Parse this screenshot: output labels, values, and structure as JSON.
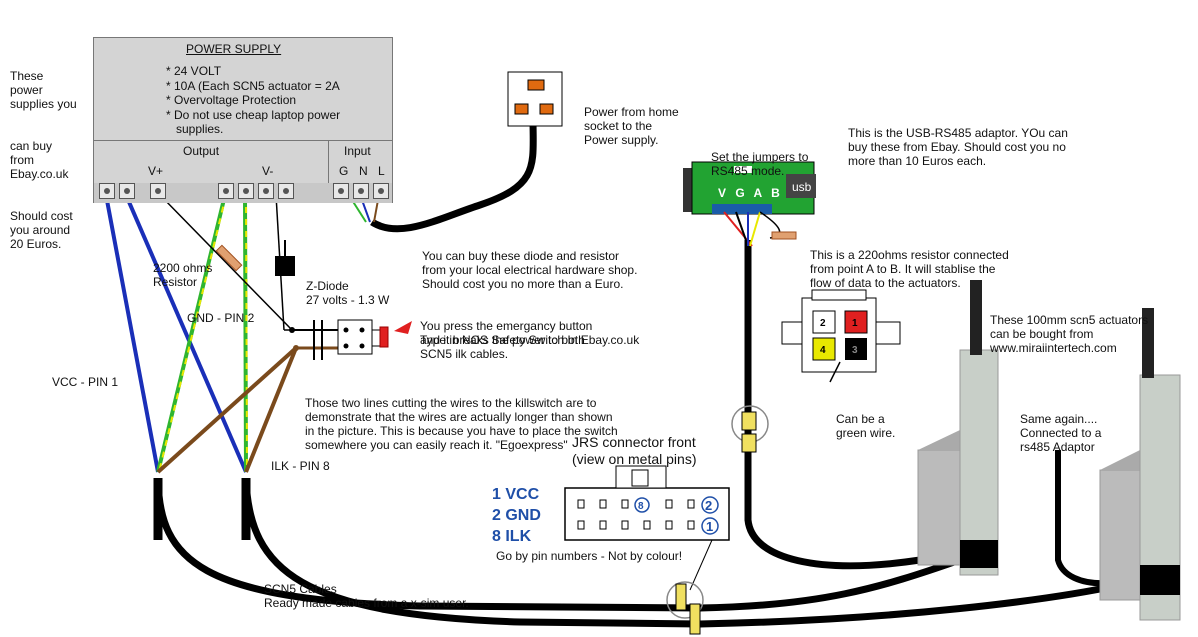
{
  "left_note": [
    "These",
    "power",
    "supplies you",
    "can buy",
    "from",
    "Ebay.co.uk",
    "Should cost",
    "you around",
    "20 Euros."
  ],
  "power_supply": {
    "title": "POWER SUPPLY",
    "specs": [
      "* 24 VOLT",
      "* 10A (Each SCN5 actuator = 2A",
      "* Overvoltage Protection",
      "* Do not use cheap laptop power",
      "   supplies."
    ],
    "output_label": "Output",
    "input_label": "Input",
    "vplus": "V+",
    "vminus": "V-",
    "g": "G",
    "n": "N",
    "l": "L"
  },
  "plug_note": [
    "Power from home",
    "socket to the",
    "Power supply."
  ],
  "diode_resistor_note": [
    "You can buy these diode and resistor",
    "from your local electrical hardware shop.",
    "Should cost you no more than a Euro."
  ],
  "resistor_label": [
    "2200 ohms",
    "Resistor"
  ],
  "diode_label": [
    "Z-Diode",
    "27 volts - 1.3 W"
  ],
  "gnd_label": "GND - PIN 2",
  "vcc_label": "VCC - PIN 1",
  "ilk_label": "ILK - PIN 8",
  "emergency_note": [
    "You press the emergancy button",
    "and it breaks the power to both",
    "SCN5 ilk cables."
  ],
  "emergency_type": "Type in NOS Safety Switch In Ebay.co.uk",
  "wires_note": [
    "Those two lines cutting the wires to the killswitch are to",
    "demonstrate that the wires are actually longer than shown",
    "in the picture. This is because you have to place the switch",
    "somewhere you can easily reach it. \"Egoexpress\""
  ],
  "jumpers_note": [
    "Set the jumpers to",
    "RS485 mode."
  ],
  "adaptor_note": [
    "This is the USB-RS485 adaptor. YOu can",
    "buy these from Ebay. Should cost you no",
    "more than 10 Euros each."
  ],
  "adaptor": {
    "usb": "usb",
    "pins": "V G A B"
  },
  "resistor220_note": [
    "This is a 220ohms resistor connected",
    "from point A to B. It will stablise the",
    "flow of data to the actuators."
  ],
  "actuators_note": [
    "These 100mm scn5 actuators",
    "can be bought from",
    "www.miraiintertech.com"
  ],
  "same_again_note": [
    "Same again....",
    "Connected to a",
    "rs485 Adaptor"
  ],
  "molex": {
    "pins": [
      "2",
      "1",
      "4",
      "3"
    ],
    "note": [
      "Can be a",
      "green wire."
    ]
  },
  "jrs": {
    "title": [
      "JRS  connector front",
      "(view on metal pins)"
    ],
    "pin_labels": [
      "1 VCC",
      "2 GND",
      "8 ILK"
    ],
    "pin8": "8",
    "pin2": "2",
    "pin1": "1",
    "note": "Go by pin numbers - Not by colour!"
  },
  "cables_note": [
    "SCN5 Cables",
    "Ready made cables from a x-sim user."
  ],
  "colors": {
    "blue": "#1a2fb8",
    "brown": "#7a4a1c",
    "green": "#2fb52f",
    "yellow": "#e8e800",
    "red": "#e02020",
    "board": "#22a332",
    "ps_grey": "#d4d4d4"
  }
}
